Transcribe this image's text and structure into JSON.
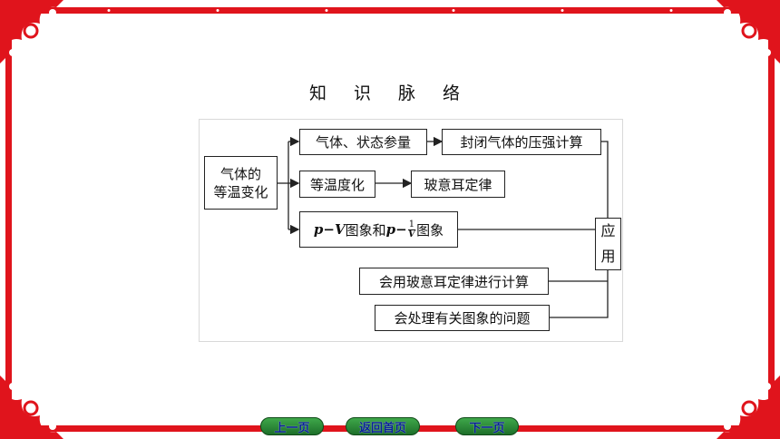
{
  "title": "知 识 脉 络",
  "colors": {
    "frame": "#e0141c",
    "accent": "#1d6f2a"
  },
  "nodes": {
    "root_line1": "气体的",
    "root_line2": "等温变化",
    "state_params": "气体、状态参量",
    "pressure_calc": "封闭气体的压强计算",
    "isothermal": "等温度化",
    "boyle_law": "玻意耳定律",
    "graph_pv": "p−V",
    "graph_mid": "图象和",
    "graph_p": "p−",
    "graph_frac_num": "1",
    "graph_frac_den": "V",
    "graph_end": "图象",
    "apply_char1": "应",
    "apply_char2": "用",
    "use_boyle": "会用玻意耳定律进行计算",
    "graph_problems": "会处理有关图象的问题"
  },
  "nav": {
    "prev": "上一页",
    "home": "返回首页",
    "next": "下一页"
  }
}
